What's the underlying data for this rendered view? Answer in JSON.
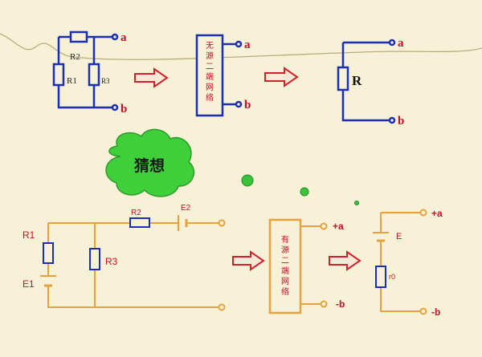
{
  "top_row": {
    "left_circuit": {
      "resistor_labels": [
        "R2",
        "R1",
        "R3"
      ],
      "terminals": [
        "a",
        "b"
      ]
    },
    "passive_network": {
      "label_lines": [
        "无",
        "源",
        "二",
        "端",
        "网",
        "络"
      ],
      "terminals": [
        "a",
        "b"
      ]
    },
    "equivalent": {
      "resistor_label": "R",
      "terminals": [
        "a",
        "b"
      ]
    }
  },
  "cloud": {
    "text": "猜想"
  },
  "bottom_row": {
    "left_circuit": {
      "labels": [
        "R1",
        "E1",
        "R3",
        "R2",
        "E2"
      ]
    },
    "active_network": {
      "label_lines": [
        "有",
        "源",
        "二",
        "端",
        "网",
        "络"
      ],
      "terminals": [
        "+a",
        "-b"
      ]
    },
    "equivalent": {
      "labels": [
        "E",
        "r0"
      ],
      "terminals": [
        "+a",
        "-b"
      ]
    }
  },
  "colors": {
    "background": "#f7f1d8",
    "blue_wire": "#1b2fb5",
    "orange_wire": "#e6a23c",
    "red_label": "#c0102a",
    "arrow_fill": "#f7e9d6",
    "arrow_stroke": "#d21f2a",
    "cloud_green": "#3fcf3b",
    "bubble_green": "#39c33a"
  }
}
